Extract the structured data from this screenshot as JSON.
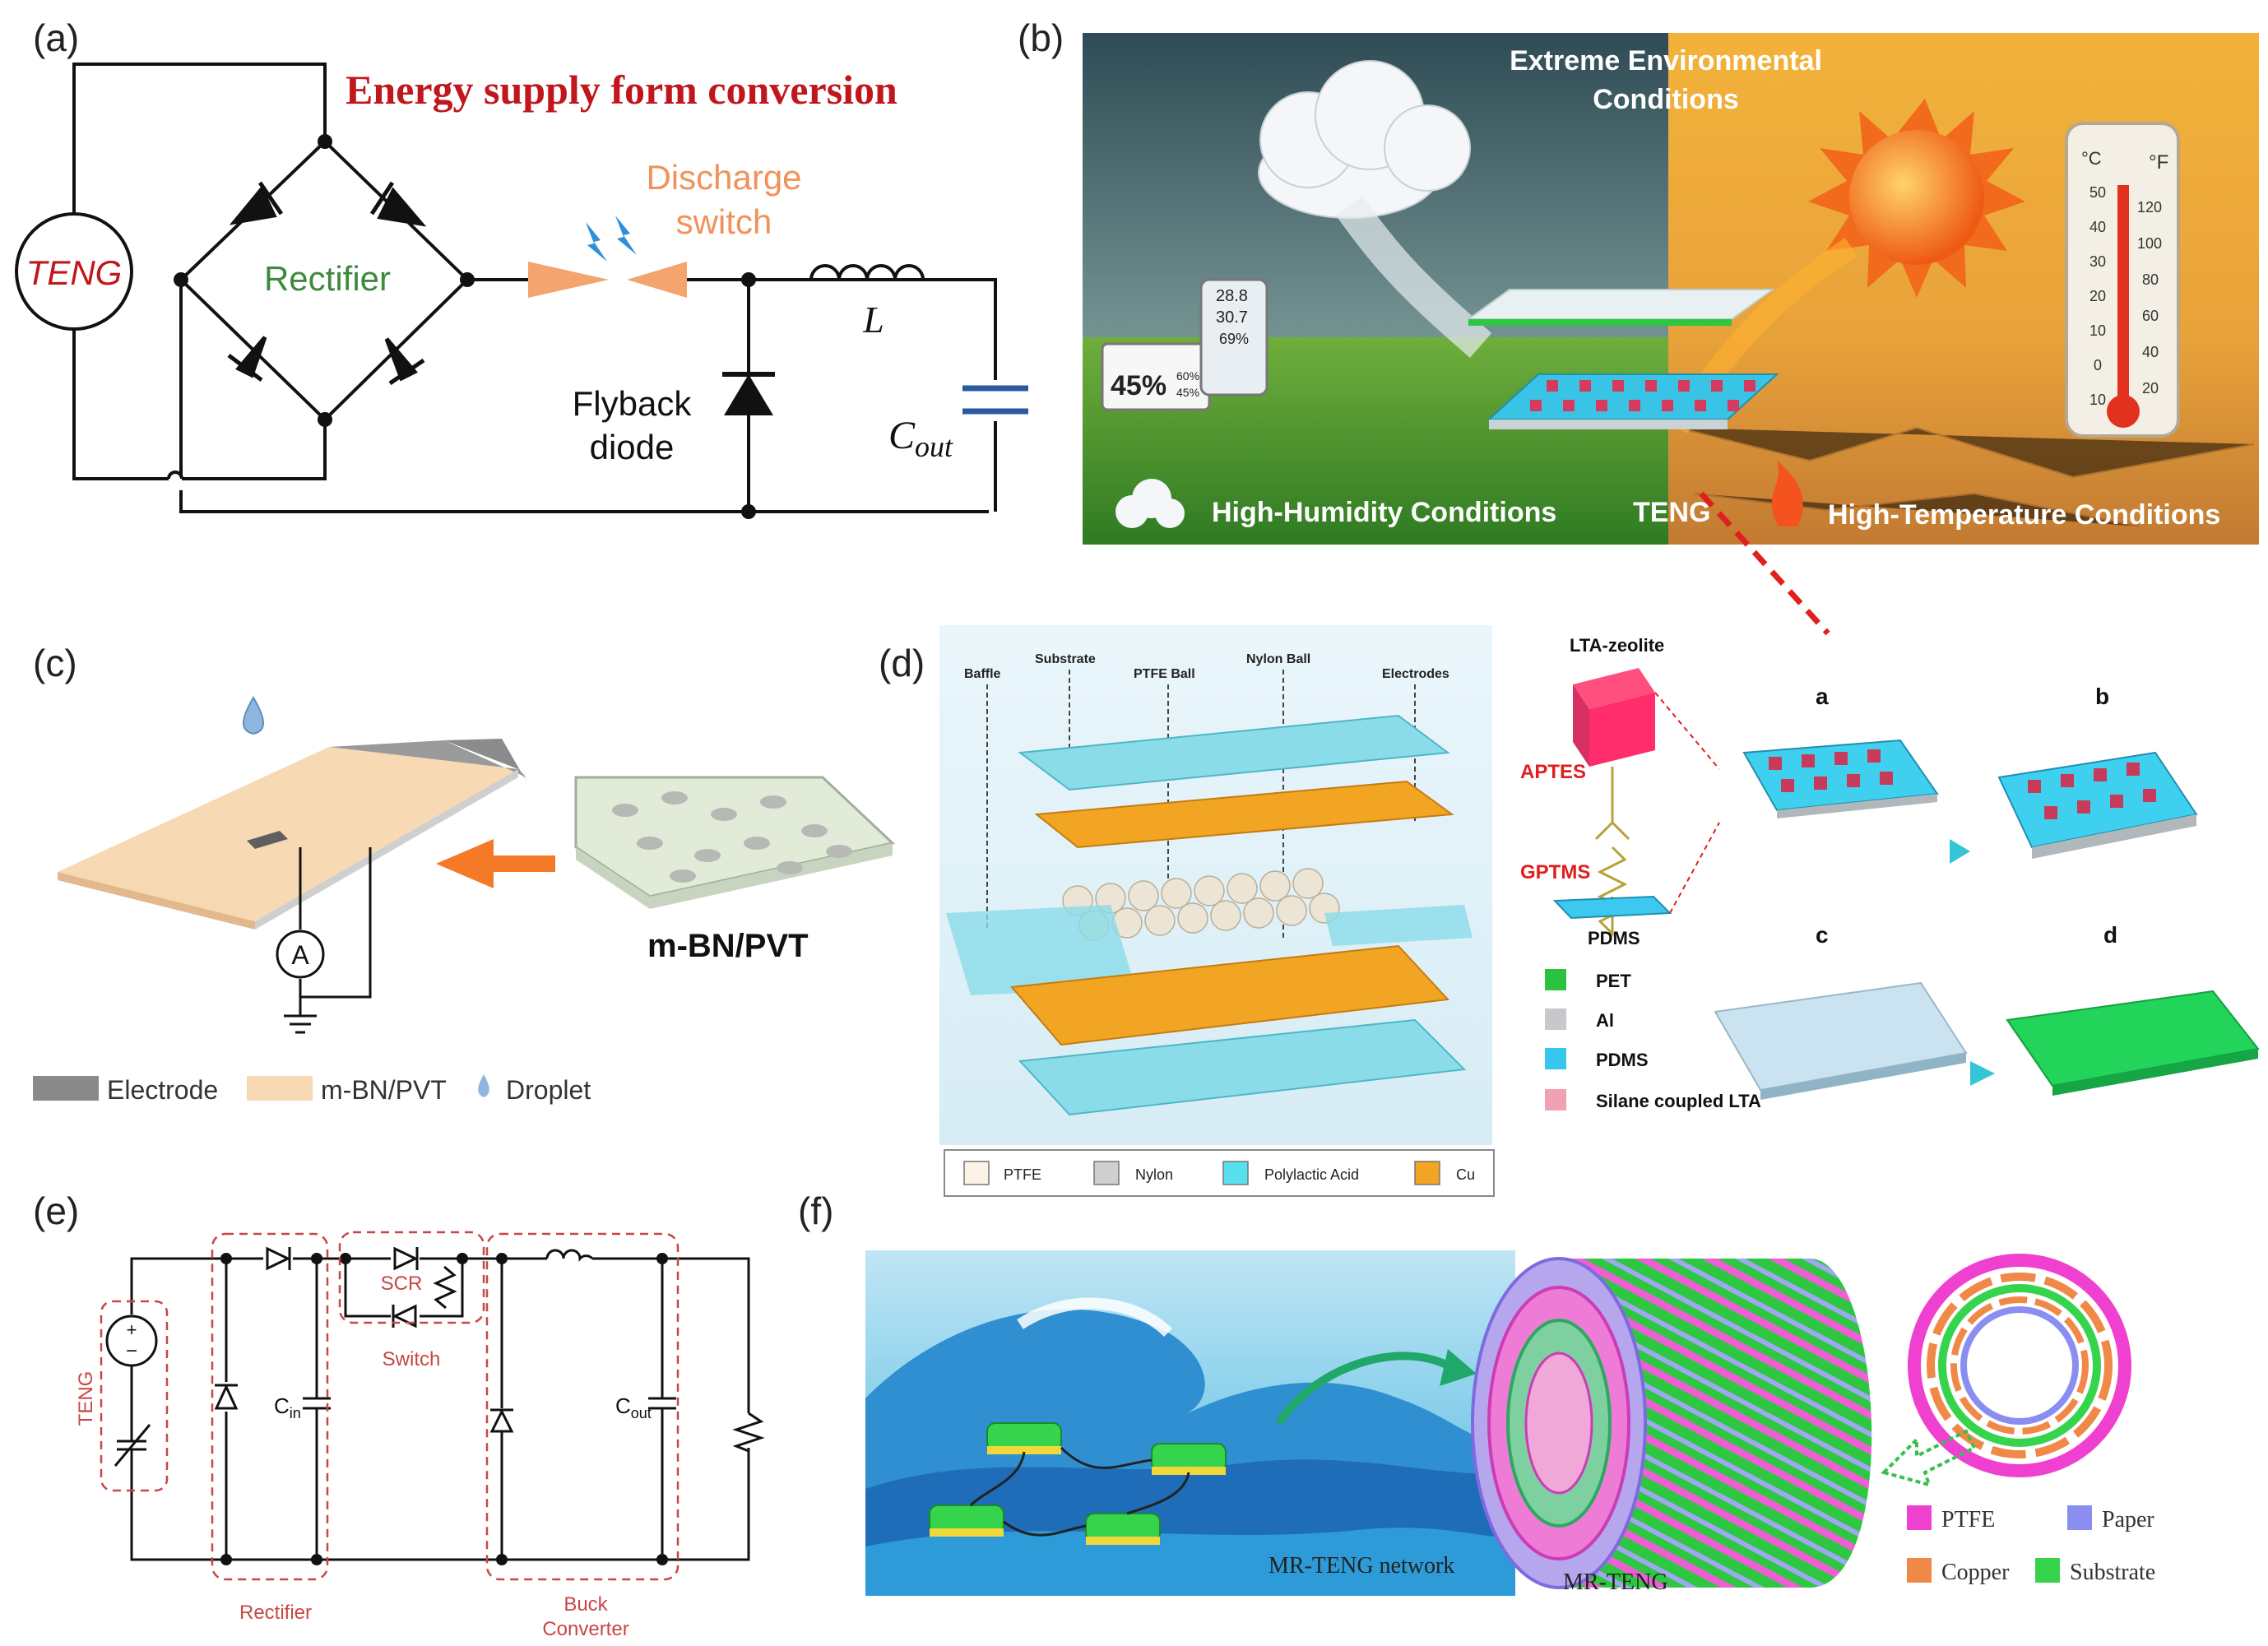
{
  "panels": {
    "a": {
      "label": "(a)",
      "title": "Energy supply form conversion",
      "teng": "TENG",
      "rectifier": "Rectifier",
      "discharge_line1": "Discharge",
      "discharge_line2": "switch",
      "inductor": "L",
      "flyback_line1": "Flyback",
      "flyback_line2": "diode",
      "cout_main": "C",
      "cout_sub": "out"
    },
    "b": {
      "label": "(b)",
      "title_line1": "Extreme Environmental",
      "title_line2": "Conditions",
      "humidity": "High-Humidity Conditions",
      "teng": "TENG",
      "temperature": "High-Temperature Conditions",
      "hygro_big": "45%",
      "hygro_small_1": "60%",
      "hygro_small_2": "45%",
      "meter_1": "28.8",
      "meter_2": "30.7",
      "meter_3": "69%",
      "thermo_c": "°C",
      "thermo_f": "°F",
      "c_ticks": [
        "50",
        "40",
        "30",
        "20",
        "10",
        "0",
        "10"
      ],
      "f_ticks": [
        "120",
        "100",
        "80",
        "60",
        "40",
        "20"
      ]
    },
    "c": {
      "label": "(c)",
      "material": "m-BN/PVT",
      "ammeter": "A",
      "legend": [
        "Electrode",
        "m-BN/PVT",
        "Droplet"
      ]
    },
    "d": {
      "label": "(d)",
      "callouts": [
        "Baffle",
        "Substrate",
        "PTFE Ball",
        "Nylon Ball",
        "Electrodes"
      ],
      "legend": [
        "PTFE",
        "Nylon",
        "Polylactic Acid",
        "Cu"
      ],
      "lta": "LTA-zeolite",
      "aptes": "APTES",
      "gptms": "GPTMS",
      "pdms": "PDMS",
      "materials": [
        "PET",
        "Al",
        "PDMS",
        "Silane coupled LTA"
      ],
      "sub_labels": [
        "a",
        "b",
        "c",
        "d"
      ]
    },
    "e": {
      "label": "(e)",
      "teng": "TENG",
      "rectifier": "Rectifier",
      "scr": "SCR",
      "switch": "Switch",
      "cin_main": "C",
      "cin_sub": "in",
      "cout_main": "C",
      "cout_sub": "out",
      "buck_line1": "Buck",
      "buck_line2": "Converter"
    },
    "f": {
      "label": "(f)",
      "network": "MR-TENG network",
      "device": "MR-TENG",
      "legend": [
        "PTFE",
        "Paper",
        "Copper",
        "Substrate"
      ]
    }
  },
  "colors": {
    "title_red": "#c0161c",
    "rectifier_green": "#3d8a3d",
    "discharge_orange": "#f0925a",
    "cap_blue": "#2a5aa0",
    "dash_red": "#c84646"
  }
}
